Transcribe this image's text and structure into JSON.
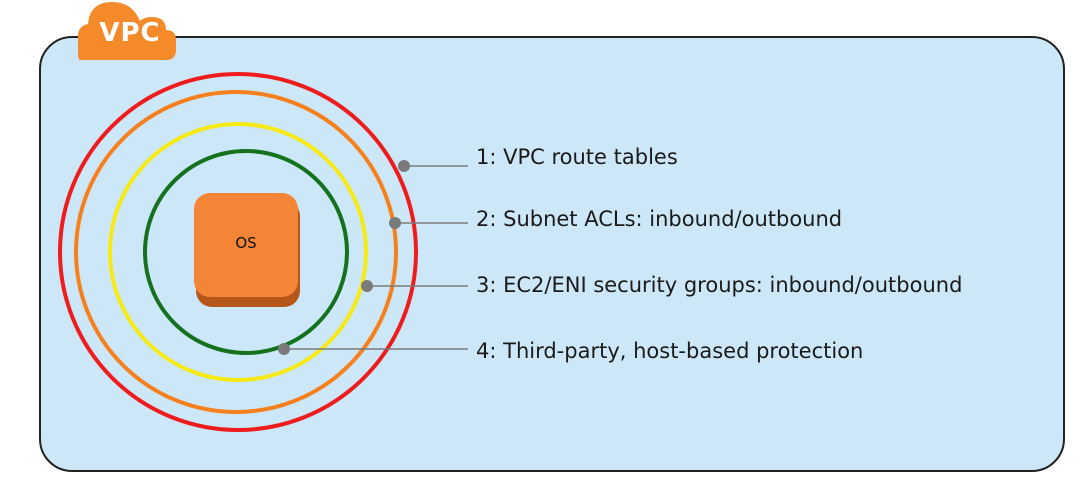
{
  "diagram": {
    "badge": {
      "label": "VPC",
      "icon": "cloud-icon"
    },
    "os_box": {
      "label": "OS"
    },
    "layers": [
      {
        "number": 1,
        "label": "1: VPC route tables",
        "ring": "red-ring"
      },
      {
        "number": 2,
        "label": "2: Subnet ACLs: inbound/outbound",
        "ring": "orange-ring"
      },
      {
        "number": 3,
        "label": "3: EC2/ENI security groups: inbound/outbound",
        "ring": "yellow-ring"
      },
      {
        "number": 4,
        "label": "4: Third-party, host-based protection",
        "ring": "green-ring"
      }
    ]
  },
  "colors": {
    "vpc_fill": "#cce8f8",
    "vpc_border": "#222222",
    "badge_orange": "#f58a2a",
    "ring_red": "#ee1c1c",
    "ring_orange": "#f7801e",
    "ring_yellow": "#f7ea14",
    "ring_green": "#16711e",
    "os_fill": "#f58536",
    "os_shadow": "#b5561a",
    "leader": "#7a7a7a"
  }
}
